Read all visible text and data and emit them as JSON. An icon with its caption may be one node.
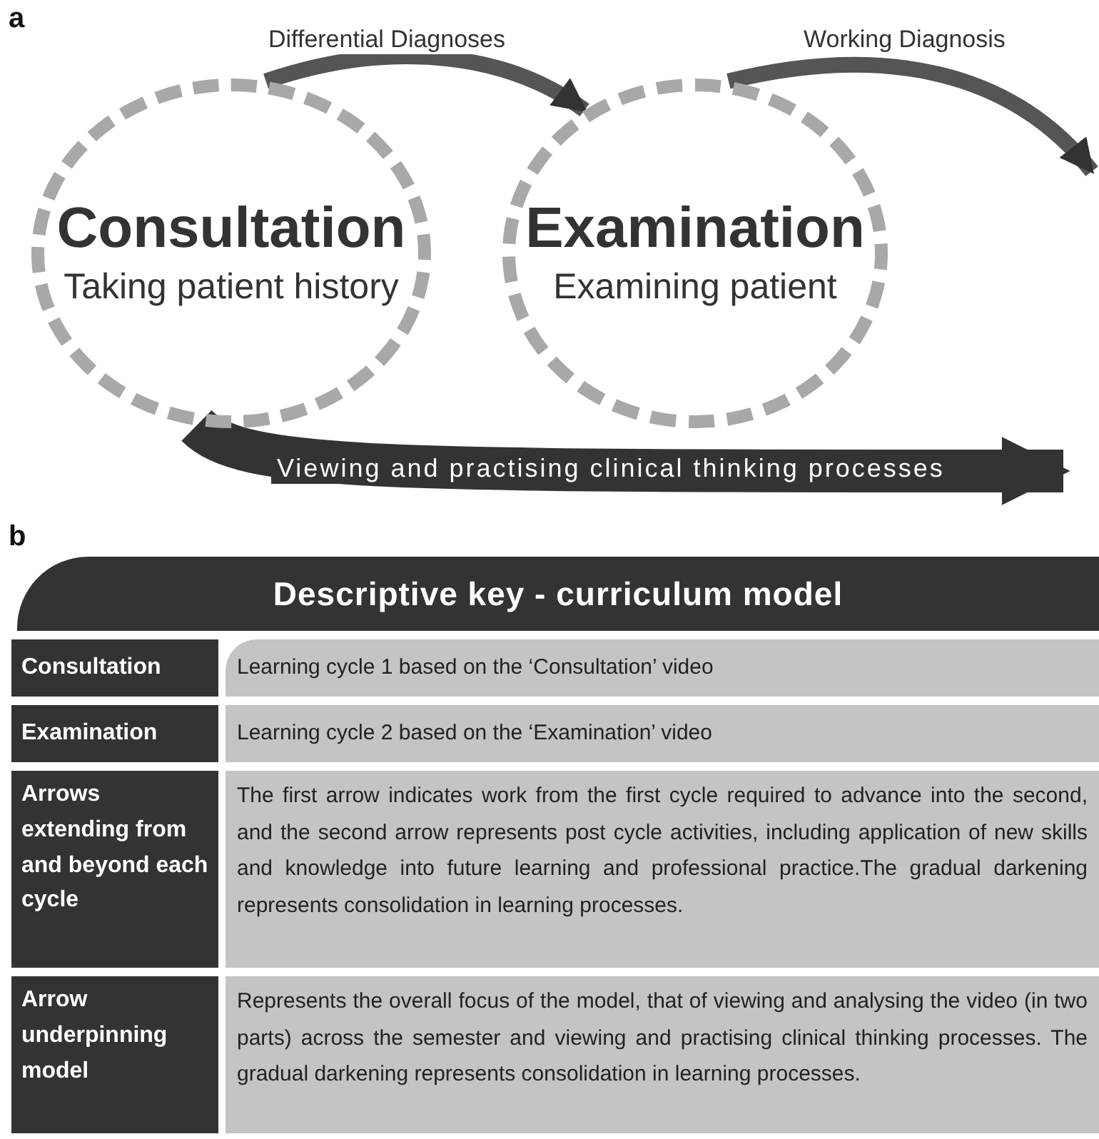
{
  "diagram": {
    "nodes": [
      {
        "text": [
          "Consultation",
          "Taking patient history"
        ]
      },
      {
        "text": [
          "Examination",
          "Examining patient"
        ]
      }
    ],
    "edges": [
      {
        "from": 0,
        "to": 1,
        "arrow": "to",
        "label": "Differential Diagnoses"
      },
      {
        "from": 1,
        "to": null,
        "arrow": "to",
        "label": "Working Diagnosis"
      },
      {
        "from": 0,
        "to": null,
        "arrow": "to",
        "style": "thick",
        "label": "Viewing and practising clinical thinking processes"
      }
    ],
    "labels": [
      "a",
      "b",
      "Descriptive key - curriculum model",
      "Consultation",
      "Learning cycle 1 based on the ‘Consultation’ video",
      "Examination",
      "Learning cycle 2 based on the ‘Examination’ video",
      "Arrows extending from and beyond each cycle",
      "The first arrow indicates work from the first cycle required to advance into the second, and the second arrow represents post cycle activities, including application of new skills and knowledge into future learning and professional practice.The gradual darkening represents consolidation in learning processes.",
      "Arrow underpinning model",
      "Represents the overall focus of the model, that of viewing and analysing the video (in two parts) across the semester and viewing and practising clinical thinking processes. The gradual darkening represents consolidation in learning processes."
    ]
  }
}
